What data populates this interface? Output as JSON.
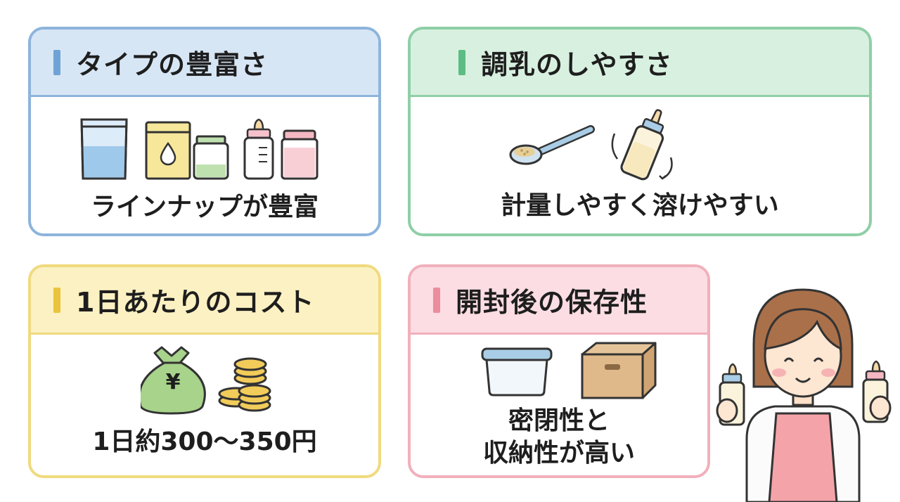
{
  "cards": {
    "types": {
      "title": "タイプの豊富さ",
      "caption": "ラインナップが豊富"
    },
    "mixing": {
      "title": "調乳のしやすさ",
      "caption": "計量しやすく溶けやすい"
    },
    "cost": {
      "title": "1日あたりのコスト",
      "caption": "1日約300〜350円",
      "yen_symbol": "¥"
    },
    "storage": {
      "title": "開封後の保存性",
      "caption_line1": "密閉性と",
      "caption_line2": "収納性が高い"
    }
  },
  "icons": {
    "types": [
      "pouch-icon",
      "box-icon",
      "jar-icon",
      "baby-bottle-icon",
      "container-icon"
    ],
    "mixing": [
      "measuring-spoon-icon",
      "shaking-bottle-icon"
    ],
    "cost": [
      "money-bag-icon",
      "coin-stack-icon"
    ],
    "storage": [
      "plastic-container-icon",
      "cardboard-box-icon"
    ],
    "character": "woman-holding-bottles-icon"
  },
  "colors": {
    "blue": "#8db4dc",
    "green": "#8fcfa6",
    "yellow": "#f0da7e",
    "pink": "#f1b0bc"
  }
}
